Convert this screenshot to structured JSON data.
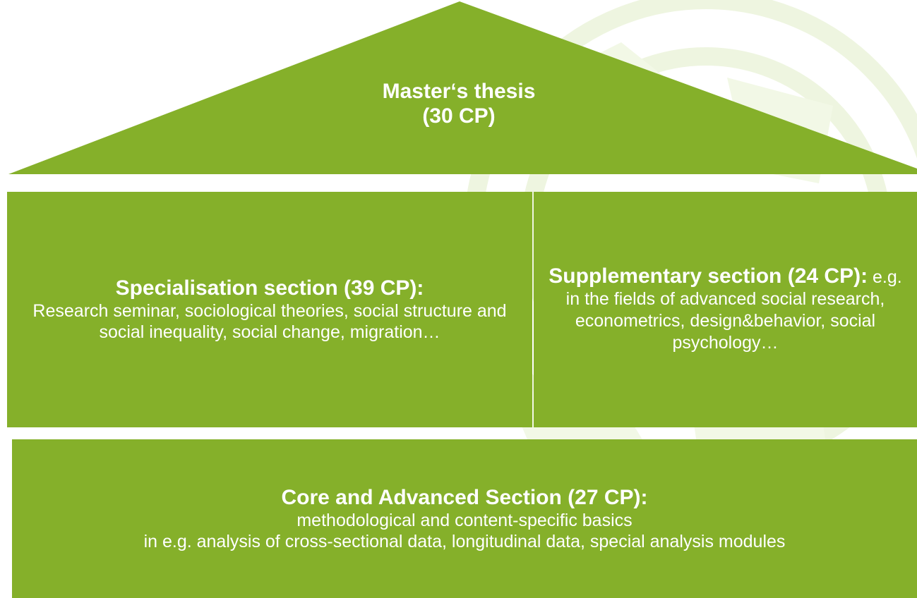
{
  "colors": {
    "block_green": "#85b02a",
    "text": "#ffffff",
    "watermark": "#eef5e0"
  },
  "roof": {
    "line1": "Master‘s thesis",
    "line2": "(30 CP)"
  },
  "specialisation": {
    "heading": "Specialisation section (39 CP):",
    "body": "Research seminar, sociological theories, social structure and social inequality, social change, migration…"
  },
  "supplementary": {
    "heading": "Supplementary section (24 CP):",
    "body": "e.g. in the fields of advanced social research, econometrics, design&behavior, social psychology…"
  },
  "core": {
    "heading": "Core and Advanced Section (27 CP):",
    "line1": "methodological and content-specific basics",
    "line2": "in e.g. analysis of cross-sectional data, longitudinal data, special analysis modules"
  }
}
